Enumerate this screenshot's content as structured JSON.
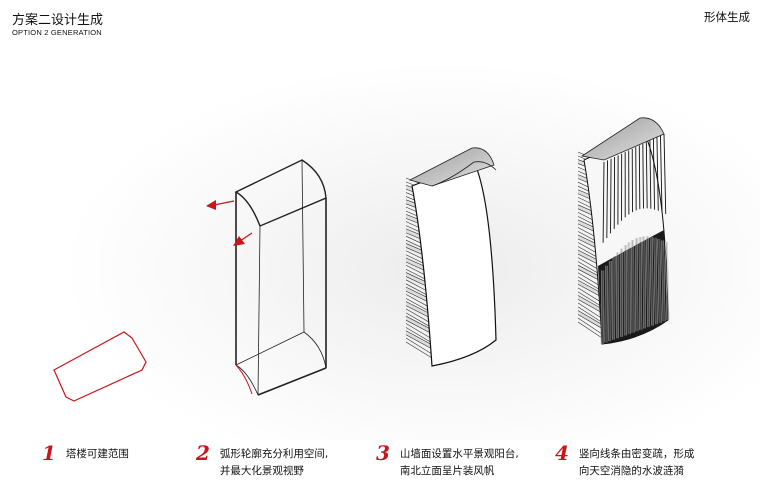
{
  "header": {
    "title": "方案二设计生成",
    "subtitle": "OPTION 2 GENERATION",
    "right_label": "形体生成"
  },
  "steps": [
    {
      "number": "1",
      "lines": [
        "塔楼可建范围"
      ]
    },
    {
      "number": "2",
      "lines": [
        "弧形轮廓充分利用空间,",
        "并最大化景观视野"
      ]
    },
    {
      "number": "3",
      "lines": [
        "山墙面设置水平景观阳台,",
        "南北立面呈片装风帆"
      ]
    },
    {
      "number": "4",
      "lines": [
        "竖向线条由密变疏，形成",
        "向天空消隐的水波涟漪"
      ]
    }
  ],
  "colors": {
    "accent": "#c8161d",
    "outline": "#111111"
  }
}
